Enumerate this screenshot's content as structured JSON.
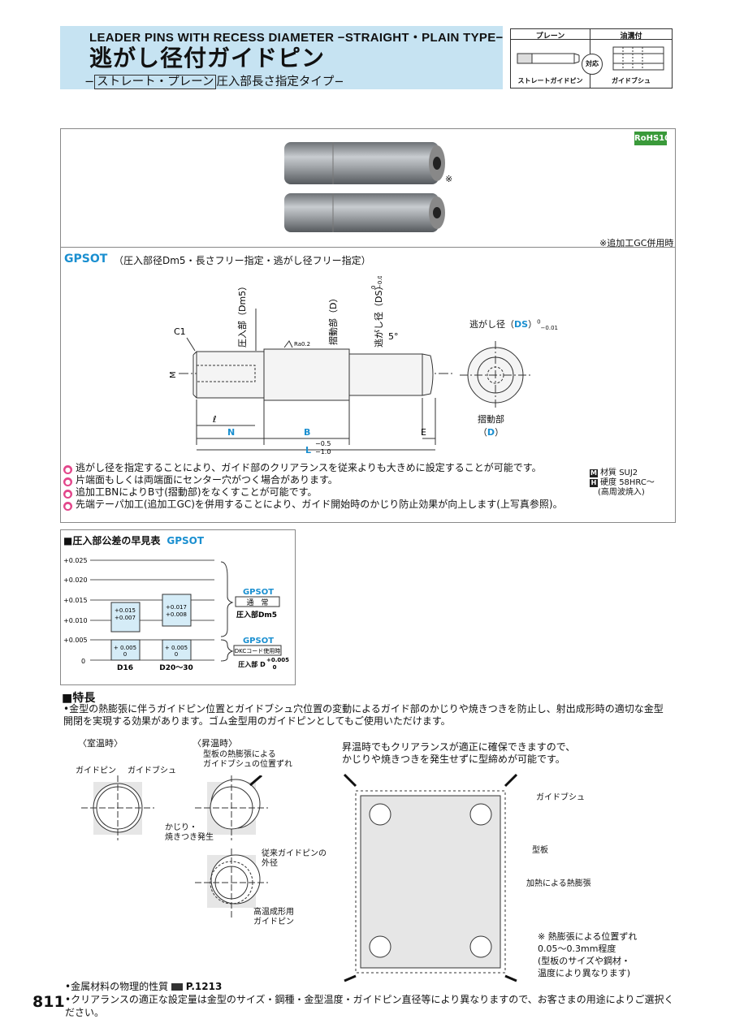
{
  "header": {
    "en_title": "LEADER PINS WITH RECESS DIAMETER −STRAIGHT・PLAIN TYPE−",
    "jp_title": "逃がし径付ガイドピン",
    "subtitle_pre": "−",
    "subtitle_boxed": "ストレート・プレーン",
    "subtitle_post": "圧入部長さ指定タイプ−"
  },
  "type_table": {
    "col1": "プレーン",
    "col2": "油溝付",
    "center": "対応",
    "label1": "ストレートガイドピン",
    "label2": "ガイドブシュ"
  },
  "rohs": "RoHS10",
  "photo": {
    "mark": "※",
    "caption": "※追加工GC併用時"
  },
  "gpsot": {
    "code": "GPSOT",
    "desc": "（圧入部径Dm5・長さフリー指定・逃がし径フリー指定）"
  },
  "drawing": {
    "c1": "C1",
    "m": "M",
    "l_small": "ℓ",
    "n": "N",
    "b": "B",
    "e": "E",
    "l_pre": "L",
    "l_tol_up": "−0.5",
    "l_tol_lo": "−1.0",
    "press_label": "圧入部（Dm5）",
    "slide_label": "摺動部（D）",
    "recess_label": "逃がし径（DS）",
    "recess_tol_up": "0",
    "recess_tol_lo": "−0.01",
    "angle": "5°",
    "ra": "Ra0.2",
    "right_recess_pre": "逃がし径（",
    "right_recess_ds": "DS",
    "right_recess_post": "）",
    "right_slide_1": "摺動部",
    "right_slide_pre": "（",
    "right_slide_d": "D",
    "right_slide_post": "）"
  },
  "notes": [
    "逃がし径を指定することにより、ガイド部のクリアランスを従来よりも大きめに設定することが可能です。",
    "片端面もしくは両端面にセンター穴がつく場合があります。",
    "追加工BNによりB寸(摺動部)をなくすことが可能です。",
    "先端テーパ加工(追加工GC)を併用することにより、ガイド開始時のかじり防止効果が向上します(上写真参照)。"
  ],
  "material": {
    "m_key": "M",
    "m_label": "材質",
    "m_value": "SUJ2",
    "h_key": "H",
    "h_label": "硬度",
    "h_value": "58HRC〜",
    "h_note": "(高周波焼入)"
  },
  "tolerance": {
    "title": "■圧入部公差の早見表",
    "code": "GPSOT",
    "axis": [
      "+0.025",
      "+0.020",
      "+0.015",
      "+0.010",
      "+0.005",
      "0"
    ],
    "boxes": [
      {
        "top": "+0.015",
        "bottom": "+0.007"
      },
      {
        "top": "+0.017",
        "bottom": "+0.008"
      },
      {
        "top": "+ 0.005",
        "bottom": "0"
      },
      {
        "top": "+ 0.005",
        "bottom": "0"
      }
    ],
    "cat1": "D16",
    "cat2": "D20〜30",
    "g1_code": "GPSOT",
    "g1_box": "通　常",
    "g1_label": "圧入部Dm5",
    "g2_code": "GPSOT",
    "g2_box": "DKCコード使用時",
    "g2_label": "圧入部 D",
    "g2_tol_up": "+0.005",
    "g2_tol_lo": "0"
  },
  "features": {
    "title": "■特長",
    "text": "•金型の熱膨張に伴うガイドピン位置とガイドブシュ穴位置の変動によるガイド部のかじりや焼きつきを防止し、射出成形時の適切な金型開閉を実現する効果があります。ゴム金型用のガイドピンとしてもご使用いただけます。",
    "room_temp": "〈室温時〉",
    "heated": "〈昇温時〉",
    "guide_pin": "ガイドピン",
    "guide_bush": "ガイドブシュ",
    "shift": "型板の熱膨張による\nガイドブシュの位置ずれ",
    "galling": "かじり・\n焼きつき発生",
    "conv": "従来ガイドピンの\n外径",
    "hot": "高温成形用\nガイドピン",
    "plate_caption": "昇温時でもクリアランスが適正に確保できますので、\nかじりや焼きつきを発生せずに型締めが可能です。",
    "plate_bush": "ガイドブシュ",
    "plate": "型板",
    "expansion": "加熱による熱膨張",
    "shift_note": "※ 熱膨張による位置ずれ\n0.05〜0.3mm程度\n(型板のサイズや鋼材・\n温度により異なります)"
  },
  "footer": {
    "line1_pre": "•金属材料の物理的性質",
    "line1_ref": "P.1213",
    "line2": "•クリアランスの適正な設定量は金型のサイズ・鋼種・金型温度・ガイドピン直径等により異なりますので、お客さまの用途によりご選択ください。"
  },
  "page_number": "811",
  "colors": {
    "accent": "#1a8fd0",
    "band": "#c6e3f2",
    "rohs": "#3a9a3a",
    "note_icon": "#e3468b",
    "tol_box": "#d5ecf7"
  }
}
